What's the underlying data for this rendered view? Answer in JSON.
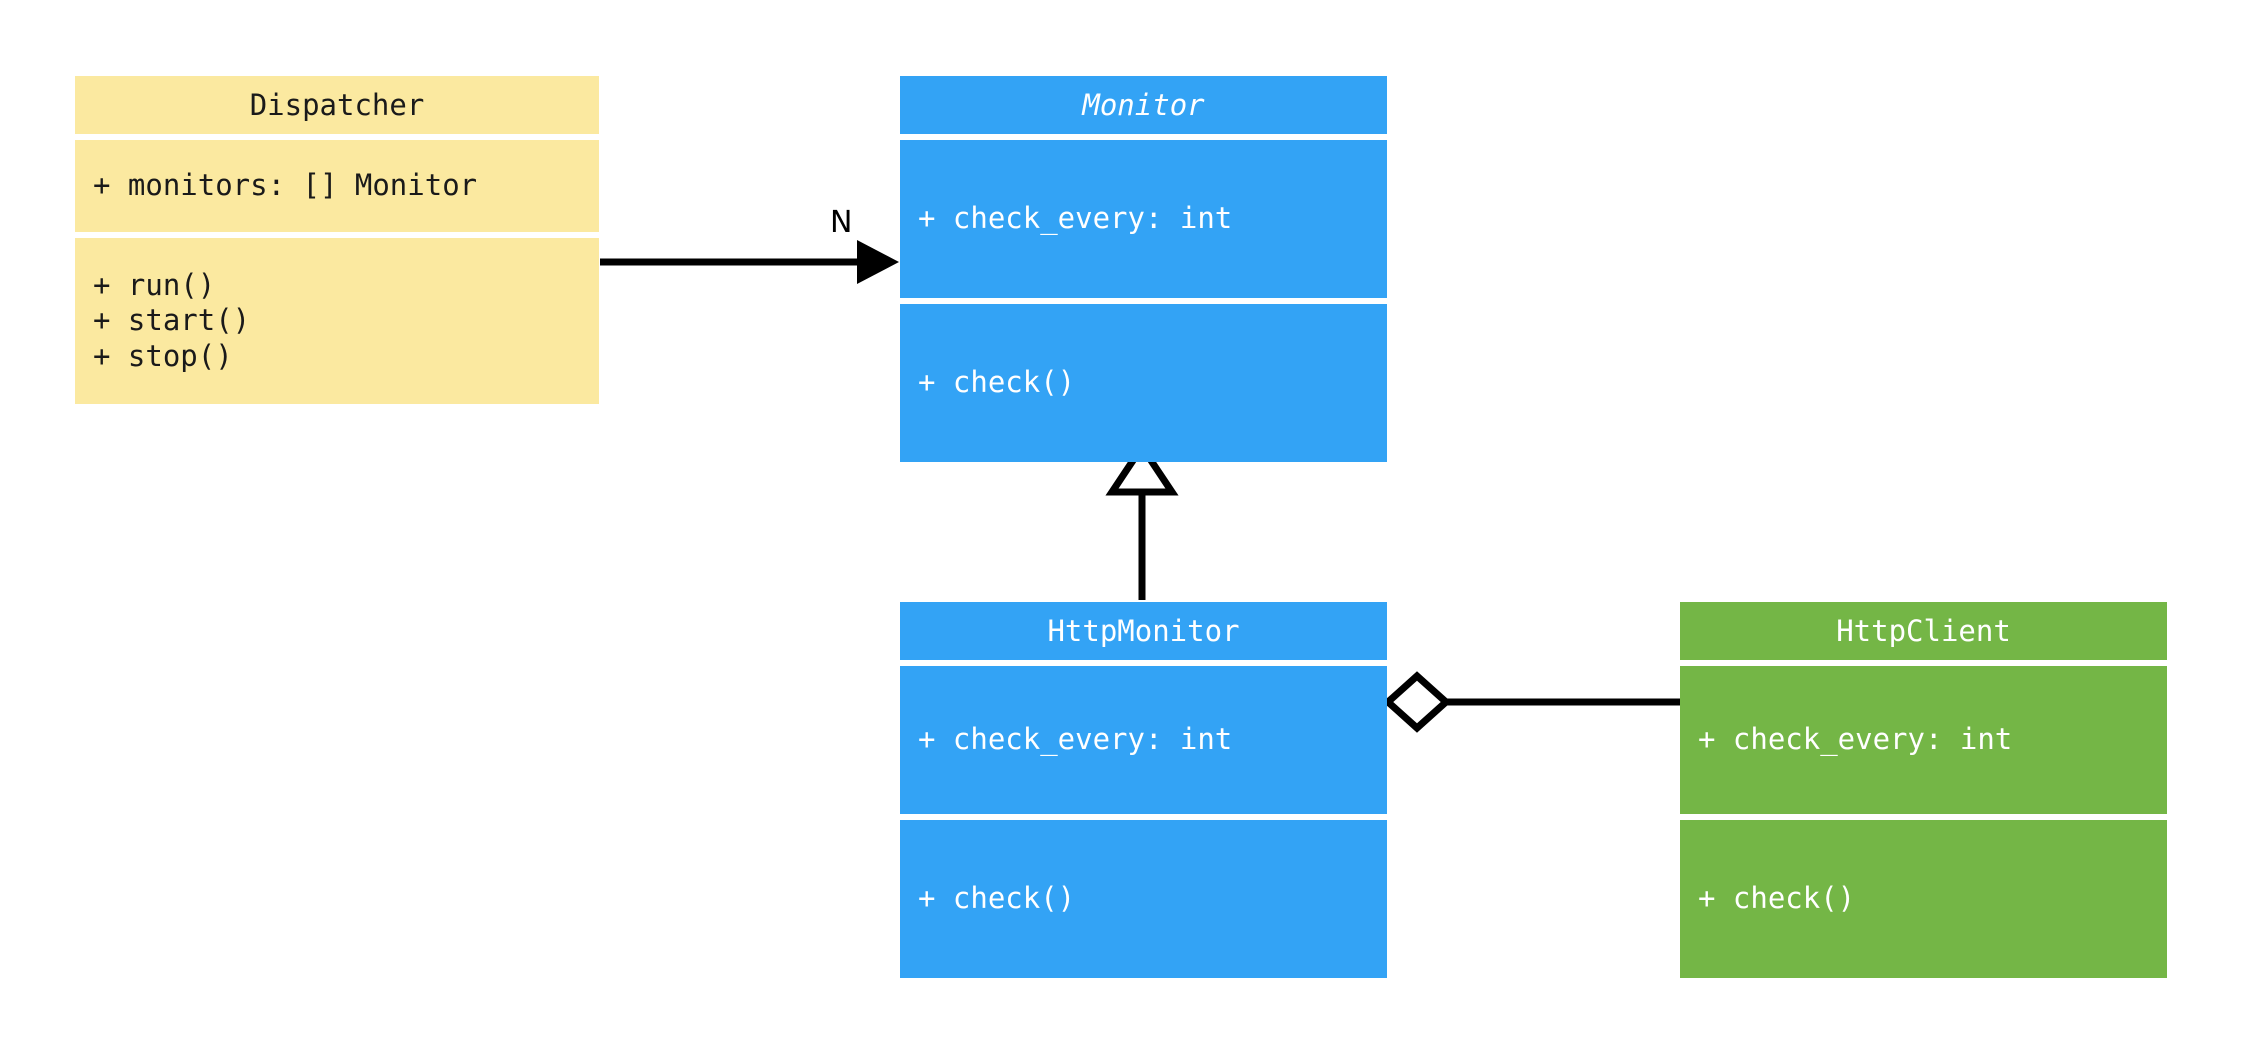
{
  "diagram": {
    "type": "uml-class-diagram",
    "title": "Monitor dispatch class diagram",
    "background": "#ffffff",
    "colors": {
      "dispatcher_fill": "#fbe9a0",
      "dispatcher_text": "#1a1a1a",
      "monitor_fill": "#33a3f5",
      "monitor_text": "#ffffff",
      "client_fill": "#74b646",
      "client_text": "#ffffff",
      "connector": "#000000"
    }
  },
  "classes": {
    "dispatcher": {
      "name": "Dispatcher",
      "stereotype": "concrete",
      "attributes": [
        "+ monitors: [] Monitor"
      ],
      "methods": [
        "+ run()",
        "+ start()",
        "+ stop()"
      ]
    },
    "monitor": {
      "name": "Monitor",
      "stereotype": "abstract",
      "attributes": [
        "+ check_every: int"
      ],
      "methods": [
        "+ check()"
      ]
    },
    "http_monitor": {
      "name": "HttpMonitor",
      "stereotype": "concrete",
      "attributes": [
        "+ check_every: int"
      ],
      "methods": [
        "+ check()"
      ]
    },
    "http_client": {
      "name": "HttpClient",
      "stereotype": "concrete",
      "attributes": [
        "+ check_every: int"
      ],
      "methods": [
        "+ check()"
      ]
    }
  },
  "relations": {
    "dispatcher_to_monitor": {
      "kind": "association",
      "from": "Dispatcher",
      "to": "Monitor",
      "multiplicity_label": "N",
      "arrow": "solid-filled-arrowhead"
    },
    "httpmonitor_to_monitor": {
      "kind": "generalization",
      "from": "HttpMonitor",
      "to": "Monitor",
      "multiplicity_label": "",
      "arrow": "hollow-triangle"
    },
    "httpmonitor_to_httpclient": {
      "kind": "aggregation",
      "from": "HttpMonitor",
      "to": "HttpClient",
      "multiplicity_label": "",
      "arrow": "hollow-diamond"
    }
  }
}
